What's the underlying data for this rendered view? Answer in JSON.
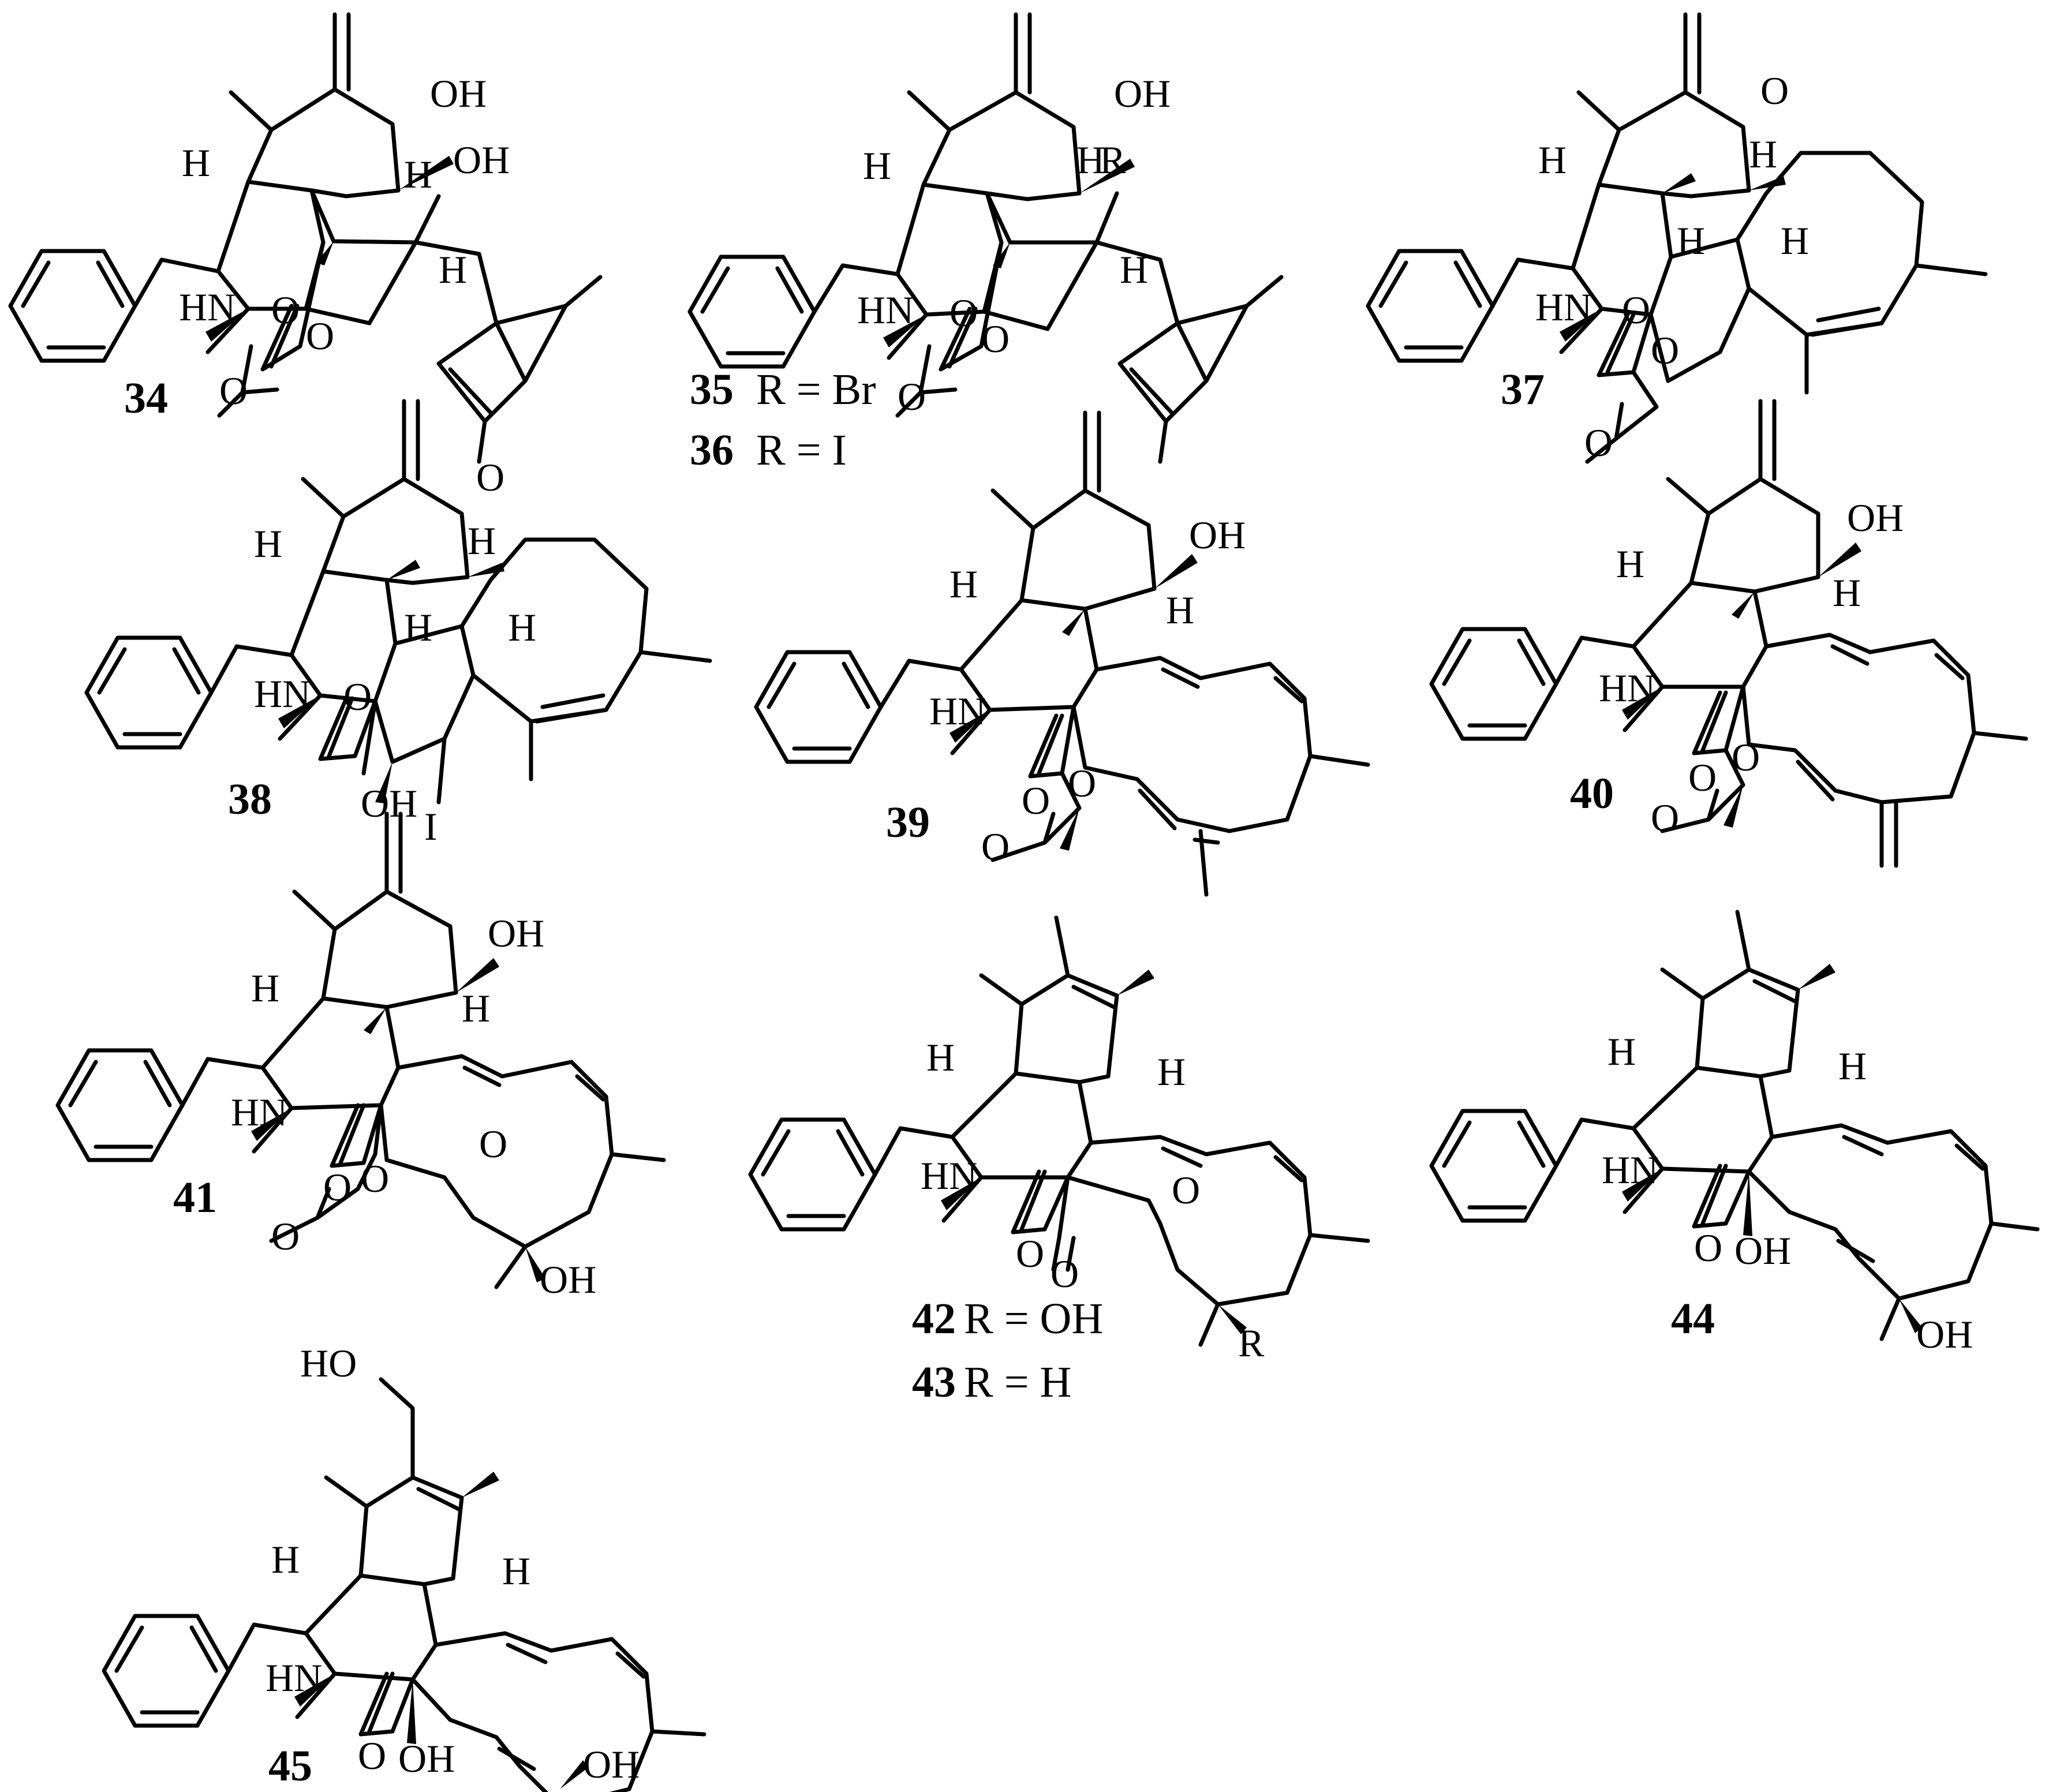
{
  "figure": {
    "background": "#ffffff",
    "ink": "#000000",
    "compounds": [
      {
        "id": "34",
        "labels": [
          "OH",
          "H",
          "OH",
          "H",
          "HN",
          "O",
          "H",
          "O",
          "O"
        ]
      },
      {
        "id": "35",
        "r_def": "R = Br",
        "labels": [
          "OH",
          "H",
          "H",
          "R",
          "HN",
          "O",
          "H",
          "O",
          "O"
        ]
      },
      {
        "id": "36",
        "r_def": "R = I"
      },
      {
        "id": "37",
        "labels": [
          "O",
          "H",
          "H",
          "H",
          "H",
          "HN",
          "O",
          "O",
          "O"
        ]
      },
      {
        "id": "38",
        "labels": [
          "O",
          "H",
          "H",
          "H",
          "H",
          "HN",
          "O",
          "OH",
          "I"
        ]
      },
      {
        "id": "39",
        "labels": [
          "OH",
          "H",
          "H",
          "HN",
          "O",
          "O",
          "O"
        ]
      },
      {
        "id": "40",
        "labels": [
          "OH",
          "H",
          "H",
          "HN",
          "O",
          "O",
          "O"
        ]
      },
      {
        "id": "41",
        "labels": [
          "OH",
          "H",
          "H",
          "HN",
          "O",
          "O",
          "O",
          "O",
          "OH"
        ]
      },
      {
        "id": "42",
        "r_def": "R = OH",
        "labels": [
          "H",
          "H",
          "HN",
          "O",
          "O",
          "O",
          "R"
        ]
      },
      {
        "id": "43",
        "r_def": "R = H"
      },
      {
        "id": "44",
        "labels": [
          "H",
          "H",
          "HN",
          "O",
          "OH",
          "OH"
        ]
      },
      {
        "id": "45",
        "labels": [
          "HO",
          "H",
          "H",
          "HN",
          "O",
          "OH",
          "OH"
        ]
      }
    ]
  }
}
